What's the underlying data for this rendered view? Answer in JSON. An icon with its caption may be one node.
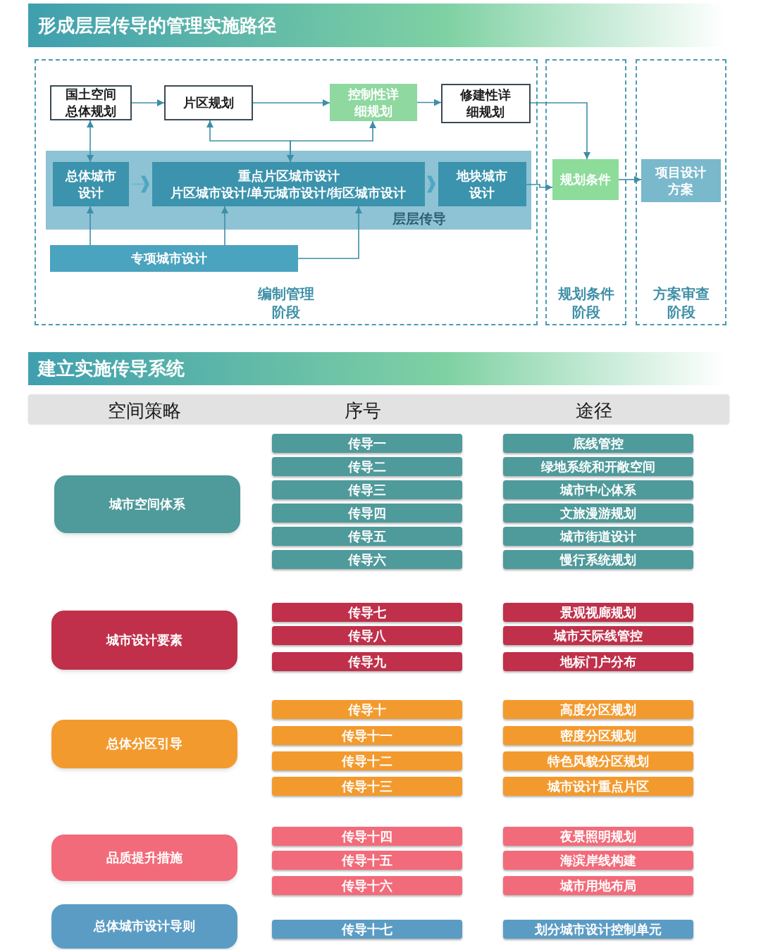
{
  "diagram": {
    "title": "形成层层传导的管理实施路径",
    "nodes": [
      {
        "text": [
          "编制管理阶段"
        ]
      },
      {
        "text": [
          "规划条件阶段"
        ]
      },
      {
        "text": [
          "方案审查阶段"
        ]
      },
      {
        "text": [
          "国土空间总体规划"
        ],
        "in": 0
      },
      {
        "text": [
          "片区规划"
        ],
        "in": 0
      },
      {
        "text": [
          "控制性详细规划"
        ],
        "in": 0
      },
      {
        "text": [
          "修建性详细规划"
        ],
        "in": 0
      },
      {
        "text": [
          "层层传导"
        ],
        "in": 0
      },
      {
        "text": [
          "总体城市设计"
        ],
        "in": 7
      },
      {
        "text": [
          "重点片区城市设计",
          "片区城市设计/单元城市设计/街区城市设计"
        ],
        "in": 7
      },
      {
        "text": [
          "地块城市设计"
        ],
        "in": 7
      },
      {
        "text": [
          "专项城市设计"
        ],
        "in": 0
      },
      {
        "text": [
          "规划条件"
        ],
        "in": 1
      },
      {
        "text": [
          "项目设计方案"
        ],
        "in": 2
      },
      {
        "text": [
          "城市空间体系"
        ]
      },
      {
        "text": [
          "传导一"
        ]
      },
      {
        "text": [
          "底线管控"
        ]
      },
      {
        "text": [
          "传导二"
        ]
      },
      {
        "text": [
          "绿地系统和开敞空间"
        ]
      },
      {
        "text": [
          "传导三"
        ]
      },
      {
        "text": [
          "城市中心体系"
        ]
      },
      {
        "text": [
          "传导四"
        ]
      },
      {
        "text": [
          "文旅漫游规划"
        ]
      },
      {
        "text": [
          "传导五"
        ]
      },
      {
        "text": [
          "城市街道设计"
        ]
      },
      {
        "text": [
          "传导六"
        ]
      },
      {
        "text": [
          "慢行系统规划"
        ]
      },
      {
        "text": [
          "城市设计要素"
        ]
      },
      {
        "text": [
          "传导七"
        ]
      },
      {
        "text": [
          "景观视廊规划"
        ]
      },
      {
        "text": [
          "传导八"
        ]
      },
      {
        "text": [
          "城市天际线管控"
        ]
      },
      {
        "text": [
          "传导九"
        ]
      },
      {
        "text": [
          "地标门户分布"
        ]
      },
      {
        "text": [
          "总体分区引导"
        ]
      },
      {
        "text": [
          "传导十"
        ]
      },
      {
        "text": [
          "高度分区规划"
        ]
      },
      {
        "text": [
          "传导十一"
        ]
      },
      {
        "text": [
          "密度分区规划"
        ]
      },
      {
        "text": [
          "传导十二"
        ]
      },
      {
        "text": [
          "特色风貌分区规划"
        ]
      },
      {
        "text": [
          "传导十三"
        ]
      },
      {
        "text": [
          "城市设计重点片区"
        ]
      },
      {
        "text": [
          "品质提升措施"
        ]
      },
      {
        "text": [
          "传导十四"
        ]
      },
      {
        "text": [
          "夜景照明规划"
        ]
      },
      {
        "text": [
          "传导十五"
        ]
      },
      {
        "text": [
          "海滨岸线构建"
        ]
      },
      {
        "text": [
          "传导十六"
        ]
      },
      {
        "text": [
          "城市用地布局"
        ]
      },
      {
        "text": [
          "总体城市设计导则"
        ]
      },
      {
        "text": [
          "传导十七"
        ]
      },
      {
        "text": [
          "划分城市设计控制单元"
        ]
      }
    ],
    "edges": [
      {
        "from": 3,
        "to": 4,
        "arrow": "to"
      },
      {
        "from": 4,
        "to": 5,
        "arrow": "to"
      },
      {
        "from": 5,
        "to": 6,
        "arrow": "to"
      },
      {
        "from": 6,
        "to": 12,
        "arrow": "to"
      },
      {
        "from": 10,
        "to": 12,
        "arrow": "to"
      },
      {
        "from": 12,
        "to": 13,
        "arrow": "to"
      },
      {
        "from": 3,
        "to": 8,
        "arrow": "both"
      },
      {
        "from": 4,
        "to": 9,
        "arrow": "both"
      },
      {
        "from": 5,
        "to": 9,
        "arrow": "both"
      },
      {
        "from": 11,
        "to": 8,
        "arrow": "to"
      },
      {
        "from": 11,
        "to": 9,
        "arrow": "to"
      },
      {
        "from": 11,
        "to": 9,
        "arrow": "to"
      },
      {
        "from": 8,
        "to": 9,
        "arrow": "to"
      },
      {
        "from": 9,
        "to": 10,
        "arrow": "to"
      }
    ],
    "labels": [
      "建立实施传导系统",
      "空间策略",
      "序号",
      "途径"
    ]
  }
}
